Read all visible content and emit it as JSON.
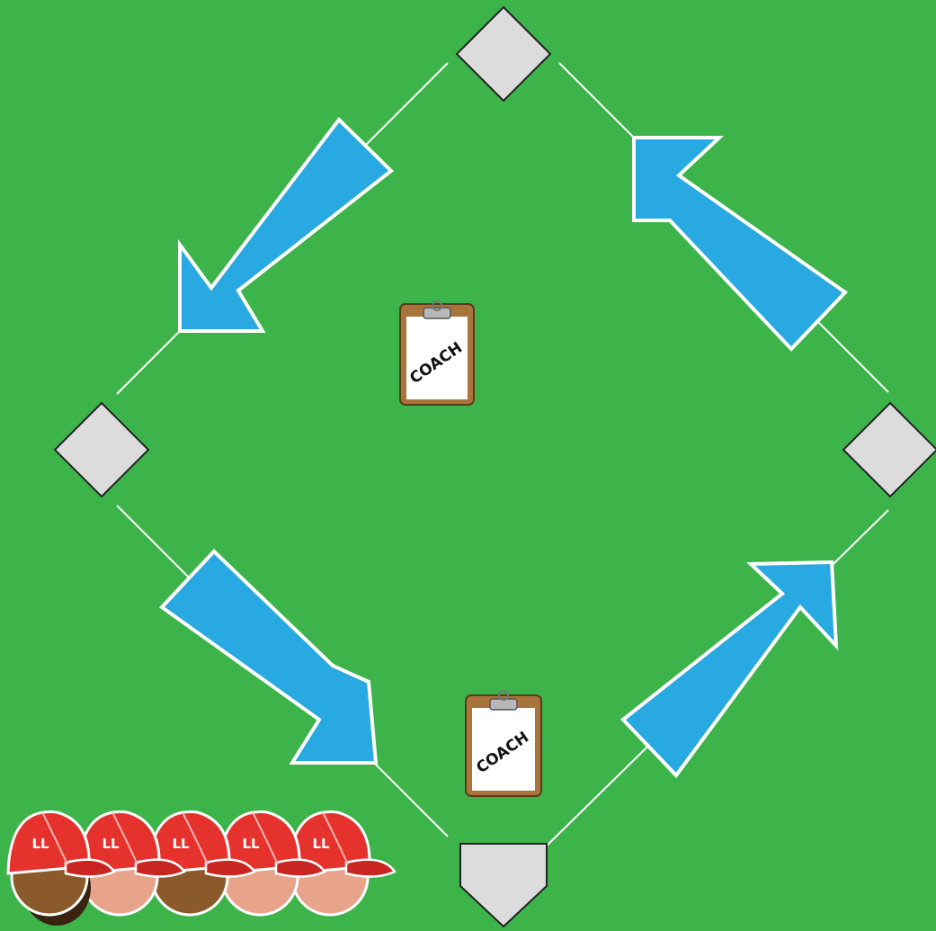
{
  "colors": {
    "field": "#3cb44a",
    "base": "#dcdcdc",
    "arrow": "#29a9e1",
    "cap": "#e5322d",
    "clipboard_frame": "#a9733c"
  },
  "bases": [
    {
      "name": "second-base",
      "type": "base"
    },
    {
      "name": "third-base",
      "type": "base"
    },
    {
      "name": "first-base",
      "type": "base"
    },
    {
      "name": "home-plate",
      "type": "plate"
    }
  ],
  "arrows": [
    {
      "name": "arrow-home-to-first"
    },
    {
      "name": "arrow-first-to-second"
    },
    {
      "name": "arrow-second-to-third"
    },
    {
      "name": "arrow-third-to-home"
    }
  ],
  "coaches": [
    {
      "label": "COACH"
    },
    {
      "label": "COACH"
    }
  ],
  "players": [
    {
      "cap_label": "LL",
      "skin": "#8a5a2b",
      "hair": "#3a2210"
    },
    {
      "cap_label": "LL",
      "skin": "#e8a48a",
      "hair": ""
    },
    {
      "cap_label": "LL",
      "skin": "#8a5a2b",
      "hair": ""
    },
    {
      "cap_label": "LL",
      "skin": "#e8a48a",
      "hair": ""
    },
    {
      "cap_label": "LL",
      "skin": "#e8a48a",
      "hair": ""
    }
  ]
}
